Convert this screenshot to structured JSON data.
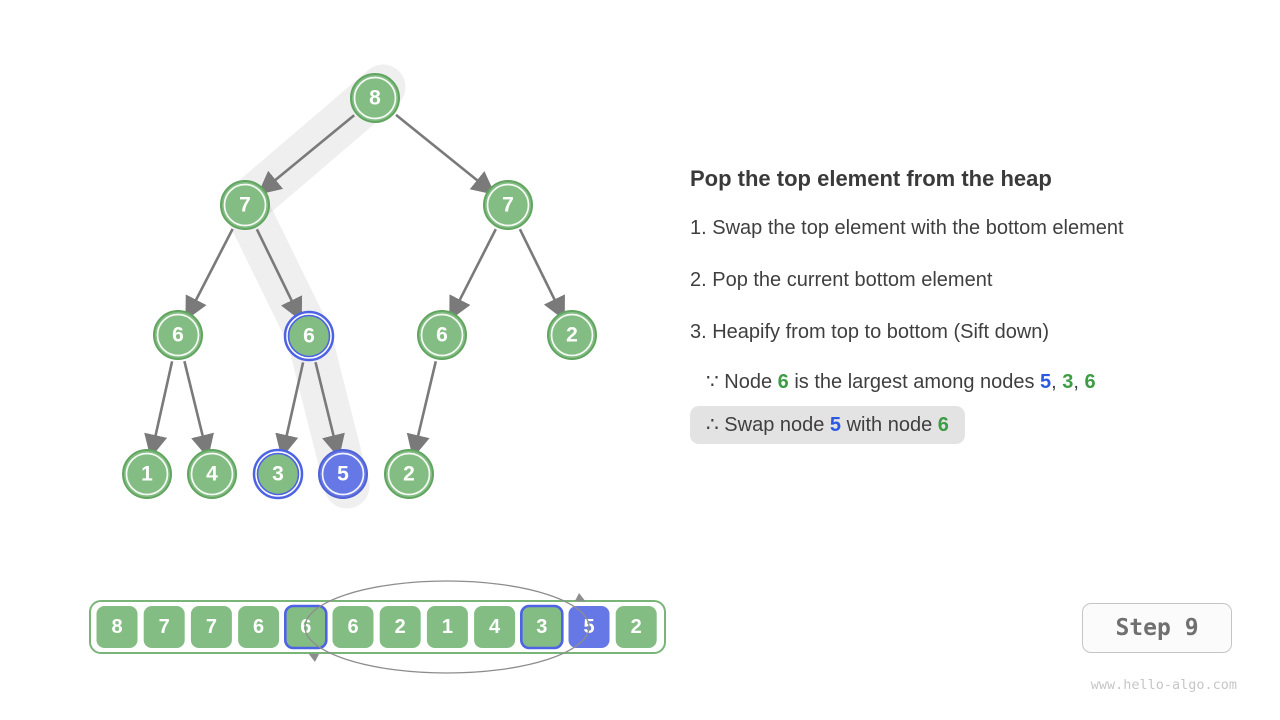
{
  "colors": {
    "node_green": "#84bd84",
    "node_green_border": "#61a561",
    "node_blue": "#6678e6",
    "ring_blue": "#4d63e4",
    "edge_gray": "#7a7a7a",
    "highlight_gray": "#e9e9e9",
    "text_green": "#3d9c44",
    "text_blue": "#2b59e2",
    "therefore_box_bg": "#e3e3e3"
  },
  "panel": {
    "title": "Pop the top element from the heap",
    "items": [
      "1. Swap the top element with the bottom element",
      "2. Pop the current bottom element",
      "3. Heapify from top to bottom (Sift down)"
    ],
    "because": [
      {
        "t": "∵ Node "
      },
      {
        "t": "6",
        "c": "green"
      },
      {
        "t": " is the largest among nodes "
      },
      {
        "t": "5",
        "c": "blue"
      },
      {
        "t": ", "
      },
      {
        "t": "3",
        "c": "green"
      },
      {
        "t": ", "
      },
      {
        "t": "6",
        "c": "green"
      }
    ],
    "therefore": [
      {
        "t": "∴ Swap node "
      },
      {
        "t": "5",
        "c": "blue"
      },
      {
        "t": " with node "
      },
      {
        "t": "6",
        "c": "green"
      }
    ]
  },
  "tree": {
    "node_radius": 24,
    "nodes": [
      {
        "value": "8",
        "style": "green"
      },
      {
        "value": "7",
        "style": "green"
      },
      {
        "value": "7",
        "style": "green"
      },
      {
        "value": "6",
        "style": "green"
      },
      {
        "value": "6",
        "style": "green-blue-ring"
      },
      {
        "value": "6",
        "style": "green"
      },
      {
        "value": "2",
        "style": "green"
      },
      {
        "value": "1",
        "style": "green"
      },
      {
        "value": "4",
        "style": "green"
      },
      {
        "value": "3",
        "style": "green-blue-ring"
      },
      {
        "value": "5",
        "style": "blue"
      },
      {
        "value": "2",
        "style": "green"
      }
    ],
    "edges": [
      [
        0,
        1
      ],
      [
        0,
        2
      ],
      [
        1,
        3
      ],
      [
        1,
        4
      ],
      [
        2,
        5
      ],
      [
        2,
        6
      ],
      [
        3,
        7
      ],
      [
        3,
        8
      ],
      [
        4,
        9
      ],
      [
        4,
        10
      ],
      [
        5,
        11
      ]
    ],
    "sift_down_path_values": [
      "8",
      "7",
      "6",
      "5"
    ]
  },
  "array": {
    "cells": [
      {
        "value": "8",
        "style": "green"
      },
      {
        "value": "7",
        "style": "green"
      },
      {
        "value": "7",
        "style": "green"
      },
      {
        "value": "6",
        "style": "green"
      },
      {
        "value": "6",
        "style": "green-blue-ring"
      },
      {
        "value": "6",
        "style": "green"
      },
      {
        "value": "2",
        "style": "green"
      },
      {
        "value": "1",
        "style": "green"
      },
      {
        "value": "4",
        "style": "green"
      },
      {
        "value": "3",
        "style": "green-blue-ring"
      },
      {
        "value": "5",
        "style": "blue"
      },
      {
        "value": "2",
        "style": "green"
      }
    ],
    "swap_indices": [
      4,
      10
    ]
  },
  "step": {
    "label": "Step 9"
  },
  "watermark": "www.hello-algo.com"
}
